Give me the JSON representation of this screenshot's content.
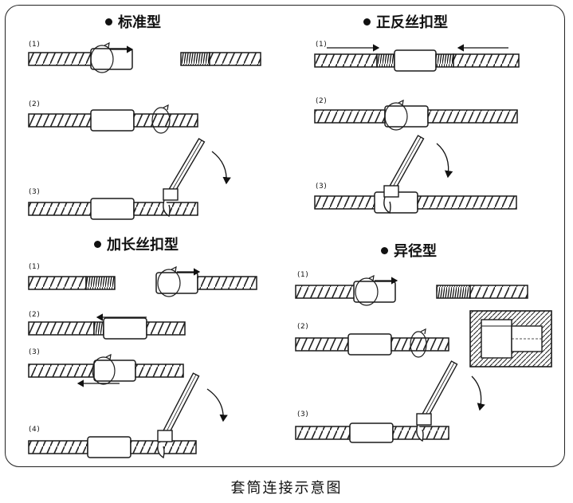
{
  "panels": [
    {
      "title": "标准型",
      "steps": [
        "(1)",
        "(2)",
        "(3)"
      ]
    },
    {
      "title": "正反丝扣型",
      "steps": [
        "(1)",
        "(2)",
        "(3)"
      ]
    },
    {
      "title": "加长丝扣型",
      "steps": [
        "(1)",
        "(2)",
        "(3)",
        "(4)"
      ]
    },
    {
      "title": "异径型",
      "steps": [
        "(1)",
        "(2)",
        "(3)"
      ]
    }
  ],
  "caption": "套筒连接示意图"
}
